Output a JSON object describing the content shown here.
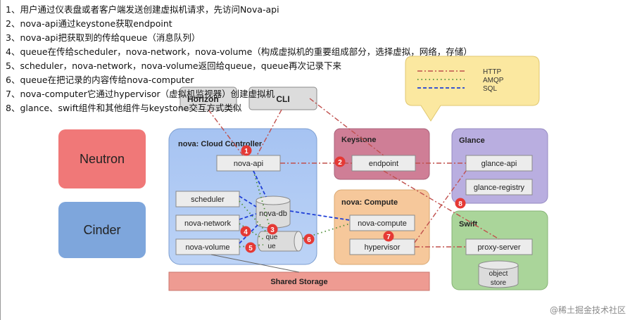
{
  "steps": [
    "1、用户通过仪表盘或者客户端发送创建虚拟机请求，先访问Nova-api",
    "2、nova-api通过keystone获取endpoint",
    "3、nova-api把获取到的传给queue（消息队列）",
    "4、queue在传给scheduler，nova-network，nova-volume（构成虚拟机的重要组成部分，选择虚拟，网络，存储）",
    "5、scheduler，nova-network，nova-volume返回给queue，queue再次记录下来",
    "6、queue在把记录的内容传给nova-computer",
    "7、nova-computer它通过hypervisor（虚拟机监视器）创建虚拟机",
    "8、glance、swift组件和其他组件与keystone交互方式类似"
  ],
  "legend": {
    "http": "HTTP",
    "amqp": "AMQP",
    "sql": "SQL"
  },
  "components": {
    "horizon": "Horizon",
    "cli": "CLI",
    "neutron": "Neutron",
    "cinder": "Cinder",
    "controller_title": "nova: Cloud Controller",
    "nova_api": "nova-api",
    "scheduler": "scheduler",
    "nova_network": "nova-network",
    "nova_volume": "nova-volume",
    "nova_db": "nova-db",
    "queue_line1": "que",
    "queue_line2": "ue",
    "keystone_title": "Keystone",
    "endpoint": "endpoint",
    "compute_title": "nova: Compute",
    "nova_compute": "nova-compute",
    "hypervisor": "hypervisor",
    "glance_title": "Glance",
    "glance_api": "glance-api",
    "glance_registry": "glance-registry",
    "swift_title": "Swift",
    "proxy_server": "proxy-server",
    "object_store_line1": "object",
    "object_store_line2": "store",
    "shared_storage": "Shared Storage"
  },
  "badges": [
    "1",
    "2",
    "3",
    "4",
    "5",
    "6",
    "7",
    "8"
  ],
  "watermark": "@稀土掘金技术社区",
  "colors": {
    "http_line": "#c0504d",
    "amqp_line": "#4e8f3a",
    "sql_line": "#1f3fd6",
    "badge": "#e53935",
    "controller_fill": "#a9c6f2",
    "keystone_fill": "#cf7e96",
    "compute_fill": "#f6c89b",
    "glance_fill": "#b9aee0",
    "swift_fill": "#aad59a",
    "neutron_fill": "#f07878",
    "cinder_fill": "#7ea6dc",
    "storage_fill": "#ee9b92",
    "legend_fill": "#fbe8a0"
  }
}
